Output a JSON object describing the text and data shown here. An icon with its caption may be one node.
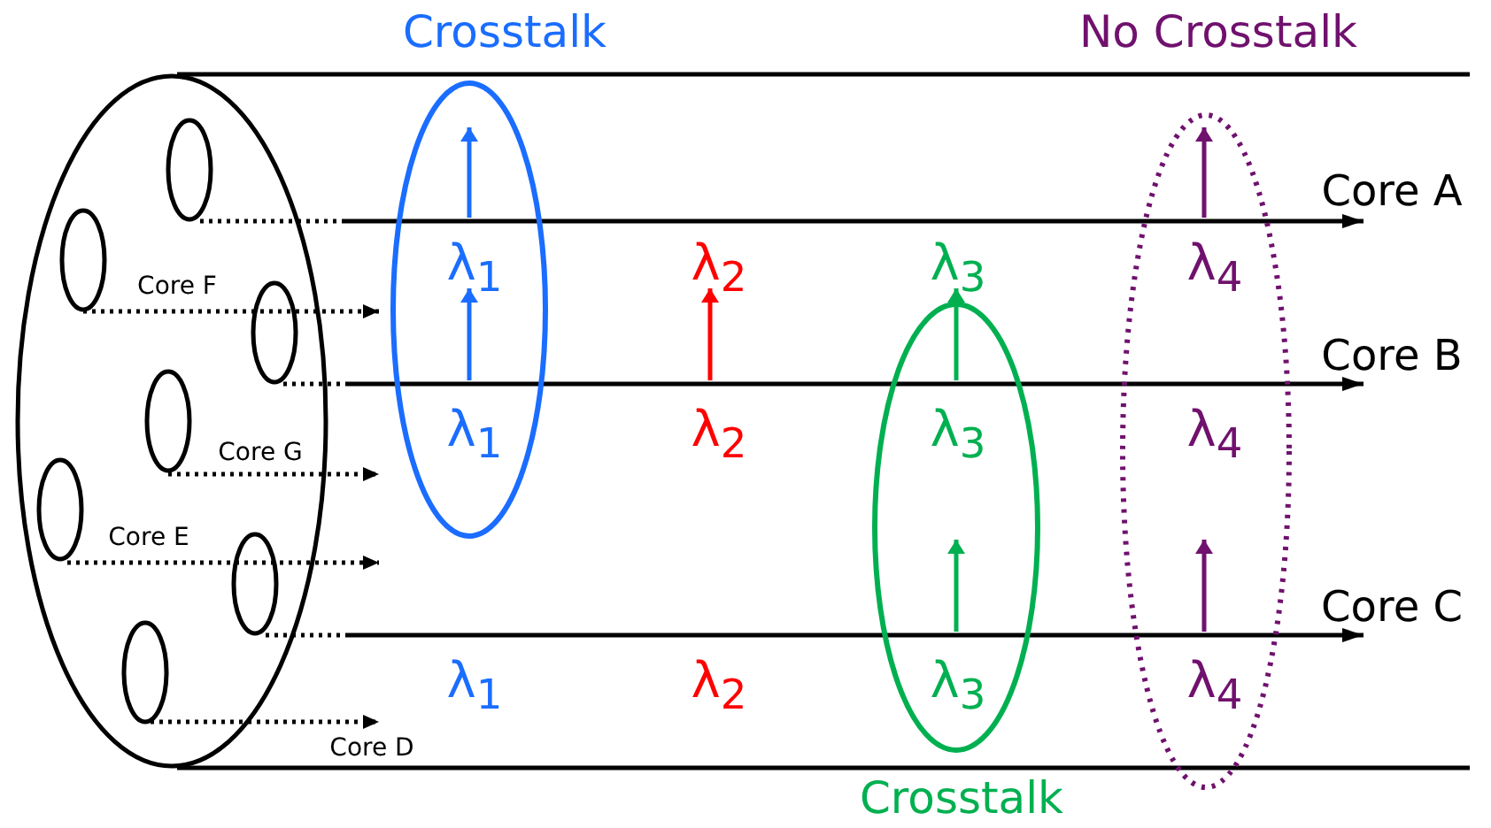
{
  "diagram": {
    "labels": [
      "Crosstalk",
      "No Crosstalk",
      "Core A",
      "λ$_{1}$",
      "λ$_{2}$",
      "λ$_{3}$",
      "λ$_{4}$",
      "Core F",
      "Core B",
      "λ$_{1}$",
      "λ$_{2}$",
      "λ$_{3}$",
      "λ$_{4}$",
      "Core G",
      "Core E",
      "Core C",
      "λ$_{1}$",
      "λ$_{2}$",
      "λ$_{3}$",
      "λ$_{4}$",
      "Core D",
      "Crosstalk"
    ]
  }
}
